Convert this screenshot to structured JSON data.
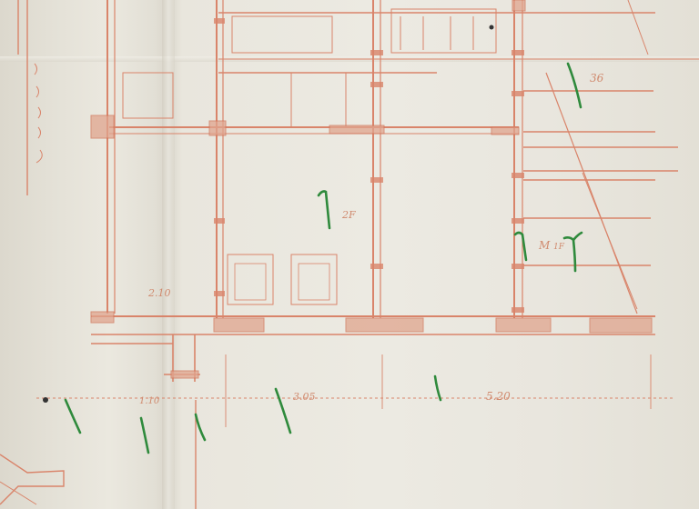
{
  "drawing": {
    "type": "architectural floor plan sketch",
    "line_color": "#d9846a",
    "hatch_color": "#e0a58e",
    "annotation_color": "#2f8a3c",
    "paper_color": "#e9e6dd"
  },
  "labels": {
    "room_upper_right": "36",
    "room_center": "2F",
    "room_right": "M",
    "room_right_small": "1F",
    "dim_left": "2.10",
    "dim_bottom_left": "1.10",
    "dim_bottom_center": "3.05",
    "dim_bottom_right": "5.20"
  }
}
